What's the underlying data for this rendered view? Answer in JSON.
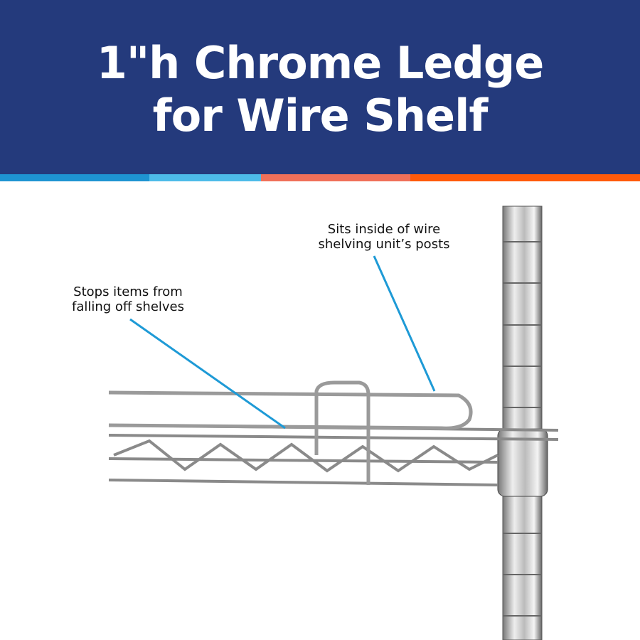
{
  "header": {
    "title_line1": "1\"h Chrome Ledge",
    "title_line2": "for Wire Shelf",
    "background": "#243a7c"
  },
  "stripe_colors": [
    "#1e94d2",
    "#4dbbe9",
    "#f07059",
    "#ff5a0a"
  ],
  "callouts": {
    "posts_line1": "Sits inside of wire",
    "posts_line2": "shelving unit’s posts",
    "stops_line1": "Stops items from",
    "stops_line2": "falling off shelves",
    "line_color": "#1e9ad6"
  }
}
